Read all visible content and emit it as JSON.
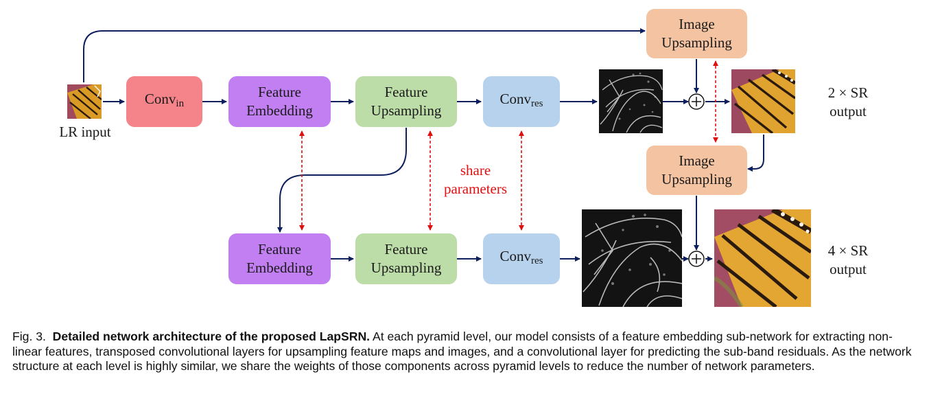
{
  "figure": {
    "lr_input_label": "LR input",
    "conv_in": {
      "base": "Conv",
      "sub": "in"
    },
    "level1": {
      "embed": [
        "Feature",
        "Embedding"
      ],
      "upsample": [
        "Feature",
        "Upsampling"
      ],
      "conv_res": {
        "base": "Conv",
        "sub": "res"
      },
      "image_upsampling": [
        "Image",
        "Upsampling"
      ],
      "output": [
        "2 × SR",
        "output"
      ]
    },
    "level2": {
      "embed": [
        "Feature",
        "Embedding"
      ],
      "upsample": [
        "Feature",
        "Upsampling"
      ],
      "conv_res": {
        "base": "Conv",
        "sub": "res"
      },
      "image_upsampling": [
        "Image",
        "Upsampling"
      ],
      "output": [
        "4 × SR",
        "output"
      ]
    },
    "share_label": [
      "share",
      "parameters"
    ],
    "colors": {
      "conv_in": "#f4848a",
      "embedding": "#c17ff2",
      "feature_upsampling": "#bcdca8",
      "conv_res": "#b7d2ec",
      "image_upsampling": "#f4c3a1",
      "arrow": "#0d1f5c",
      "share_arrow": "#e01010"
    }
  },
  "caption": {
    "prefix": "Fig. 3.",
    "title": "Detailed network architecture of the proposed LapSRN.",
    "body": "At each pyramid level, our model consists of a feature embedding sub-network for extracting non-linear features, transposed convolutional layers for upsampling feature maps and images, and a convolutional layer for predicting the sub-band residuals. As the network structure at each level is highly similar, we share the weights of those components across pyramid levels to reduce the number of network parameters."
  }
}
